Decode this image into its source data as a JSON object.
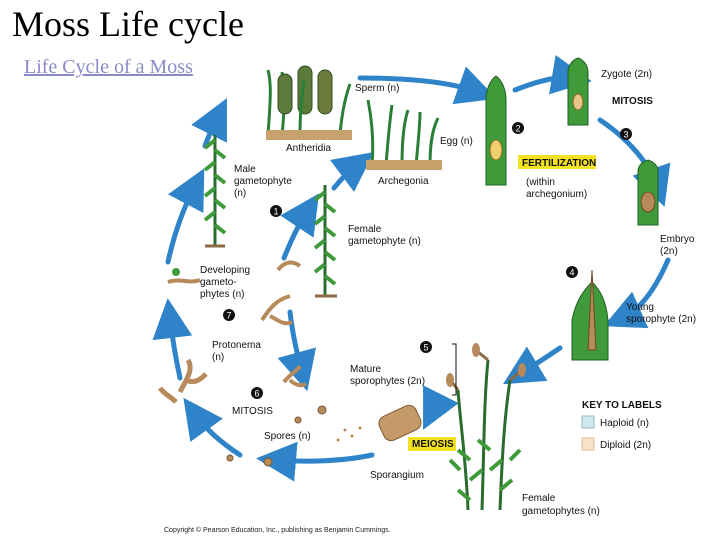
{
  "page": {
    "title": "Moss Life cycle",
    "subtitle": "Life Cycle of a Moss"
  },
  "diagram": {
    "labels": {
      "sperm": "Sperm (n)",
      "antheridia": "Antheridia",
      "egg": "Egg (n)",
      "archegonia": "Archegonia",
      "zygote": "Zygote (2n)",
      "mitosis_top": "MITOSIS",
      "fertilization": "FERTILIZATION",
      "within": "(within",
      "archegonium": "archegonium)",
      "male_l1": "Male",
      "male_l2": "gametophyte",
      "male_l3": "(n)",
      "female_l1": "Female",
      "female_l2": "gametophyte (n)",
      "developing_l1": "Developing",
      "developing_l2": "gameto-",
      "developing_l3": "phytes (n)",
      "protonema_l1": "Protonema",
      "protonema_l2": "(n)",
      "mitosis_left": "MITOSIS",
      "spores": "Spores (n)",
      "meiosis": "MEIOSIS",
      "sporangium": "Sporangium",
      "mature_l1": "Mature",
      "mature_l2": "sporophytes (2n)",
      "embryo_l1": "Embryo",
      "embryo_l2": "(2n)",
      "young_l1": "Young",
      "young_l2": "sporophyte (2n)",
      "female2_l1": "Female",
      "female2_l2": "gametophytes (n)",
      "key_title": "KEY TO LABELS",
      "key_haploid": "Haploid (n)",
      "key_diploid": "Diploid (2n)",
      "copyright": "Copyright © Pearson Education, Inc., publishing as Benjamin Cummings."
    },
    "steps": [
      "1",
      "2",
      "3",
      "4",
      "5",
      "6",
      "7"
    ],
    "colors": {
      "arrow": "#2f83c8",
      "haploid": "#cfe8ee",
      "diploid": "#f6e3c8",
      "moss_green": "#3f9a3a",
      "sporophyte_brown": "#b78a5c",
      "fertilization_box": "#f3e21f"
    }
  }
}
